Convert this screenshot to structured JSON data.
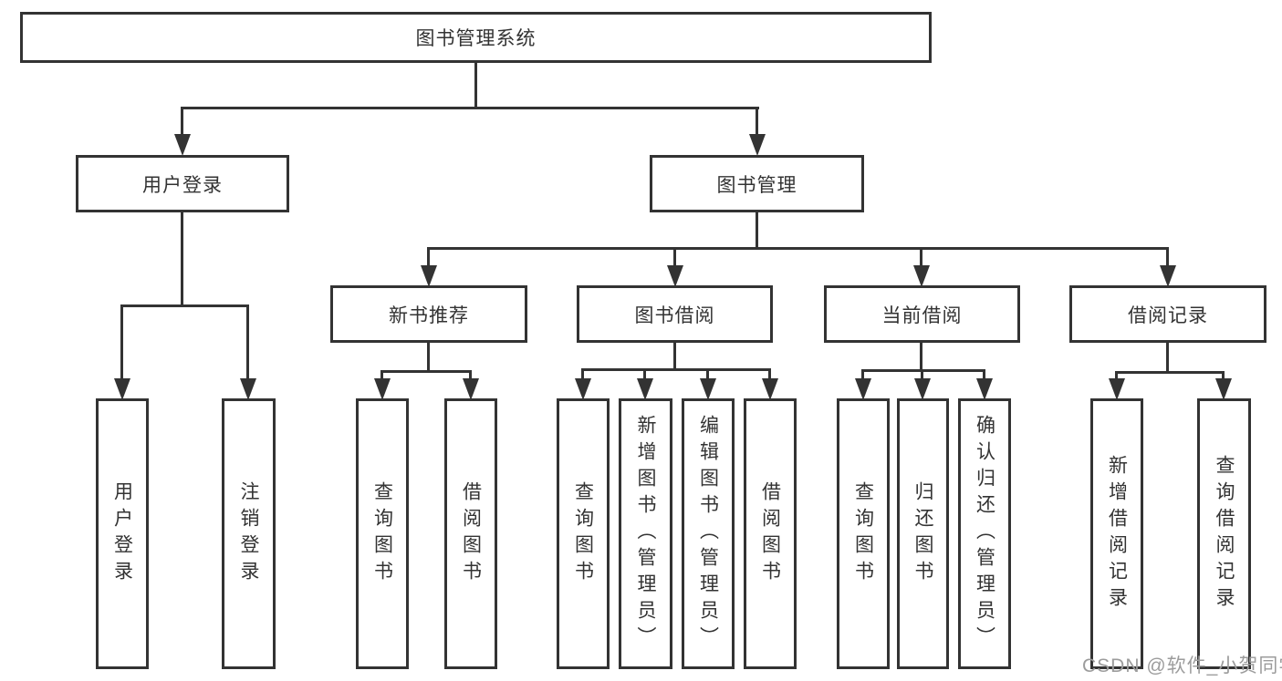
{
  "tree": {
    "label": "图书管理系统",
    "children": [
      {
        "label": "用户登录",
        "children": [
          {
            "label": "用户登录"
          },
          {
            "label": "注销登录"
          }
        ]
      },
      {
        "label": "图书管理",
        "children": [
          {
            "label": "新书推荐",
            "children": [
              {
                "label": "查询图书"
              },
              {
                "label": "借阅图书"
              }
            ]
          },
          {
            "label": "图书借阅",
            "children": [
              {
                "label": "查询图书"
              },
              {
                "label": "新增图书（管理员）"
              },
              {
                "label": "编辑图书（管理员）"
              },
              {
                "label": "借阅图书"
              }
            ]
          },
          {
            "label": "当前借阅",
            "children": [
              {
                "label": "查询图书"
              },
              {
                "label": "归还图书"
              },
              {
                "label": "确认归还（管理员）"
              }
            ]
          },
          {
            "label": "借阅记录",
            "children": [
              {
                "label": "新增借阅记录"
              },
              {
                "label": "查询借阅记录"
              }
            ]
          }
        ]
      }
    ]
  },
  "watermark": {
    "text": "CSDN @软件_小贺同学"
  },
  "colors": {
    "line": "#333333",
    "text": "#333333",
    "watermark": "#9c9c9c",
    "background": "#ffffff"
  }
}
